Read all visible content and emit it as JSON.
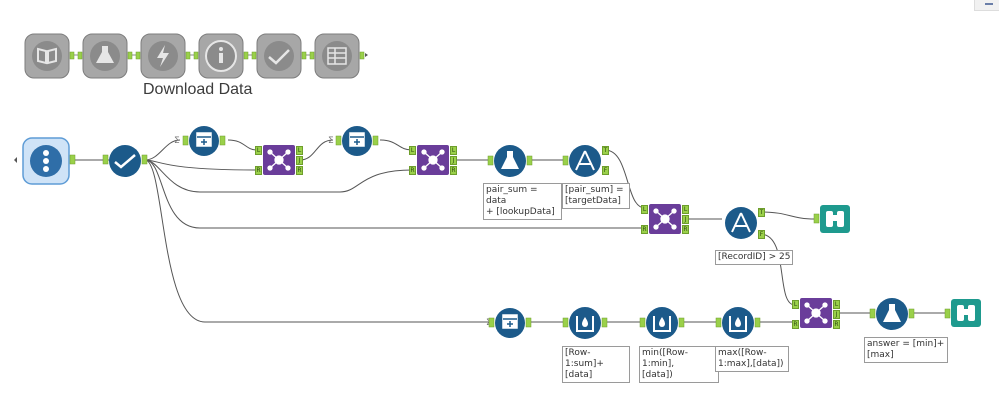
{
  "container": {
    "title": "Download Data"
  },
  "captions": {
    "formula_pair_sum": "pair_sum = data\n+ [lookupData]",
    "filter_pair_sum": "[pair_sum] =\n[targetData]",
    "filter_recordid": "[RecordID] > 25",
    "multirow_sum": "[Row-1:sum]+\n[data]",
    "multirow_min": "min([Row-1:min],\n[data])",
    "multirow_max": "max([Row-\n1:max],[data])",
    "formula_answer": "answer = [min]+\n[max]"
  },
  "anchors": {
    "join_in_left": "L",
    "join_in_right": "R",
    "join_out_left": "L",
    "join_out_join": "J",
    "join_out_right": "R",
    "filter_true": "T",
    "filter_false": "F"
  },
  "colors": {
    "dark_blue": "#1c5a8a",
    "input_blue": "#2f6ea8",
    "input_frame": "#a9ccec",
    "purple": "#6a3d9a",
    "teal": "#1e9a8e",
    "disabled_gray": "#8b8b8b",
    "anchor_green": "#9ad04a",
    "wire": "#555555"
  },
  "icons": [
    "book-icon",
    "flask-icon",
    "lightning-icon",
    "info-icon",
    "check-icon",
    "table-icon",
    "number-list-icon",
    "sort-icon",
    "join-icon",
    "filter-icon",
    "binoculars-icon",
    "multirow-icon"
  ]
}
